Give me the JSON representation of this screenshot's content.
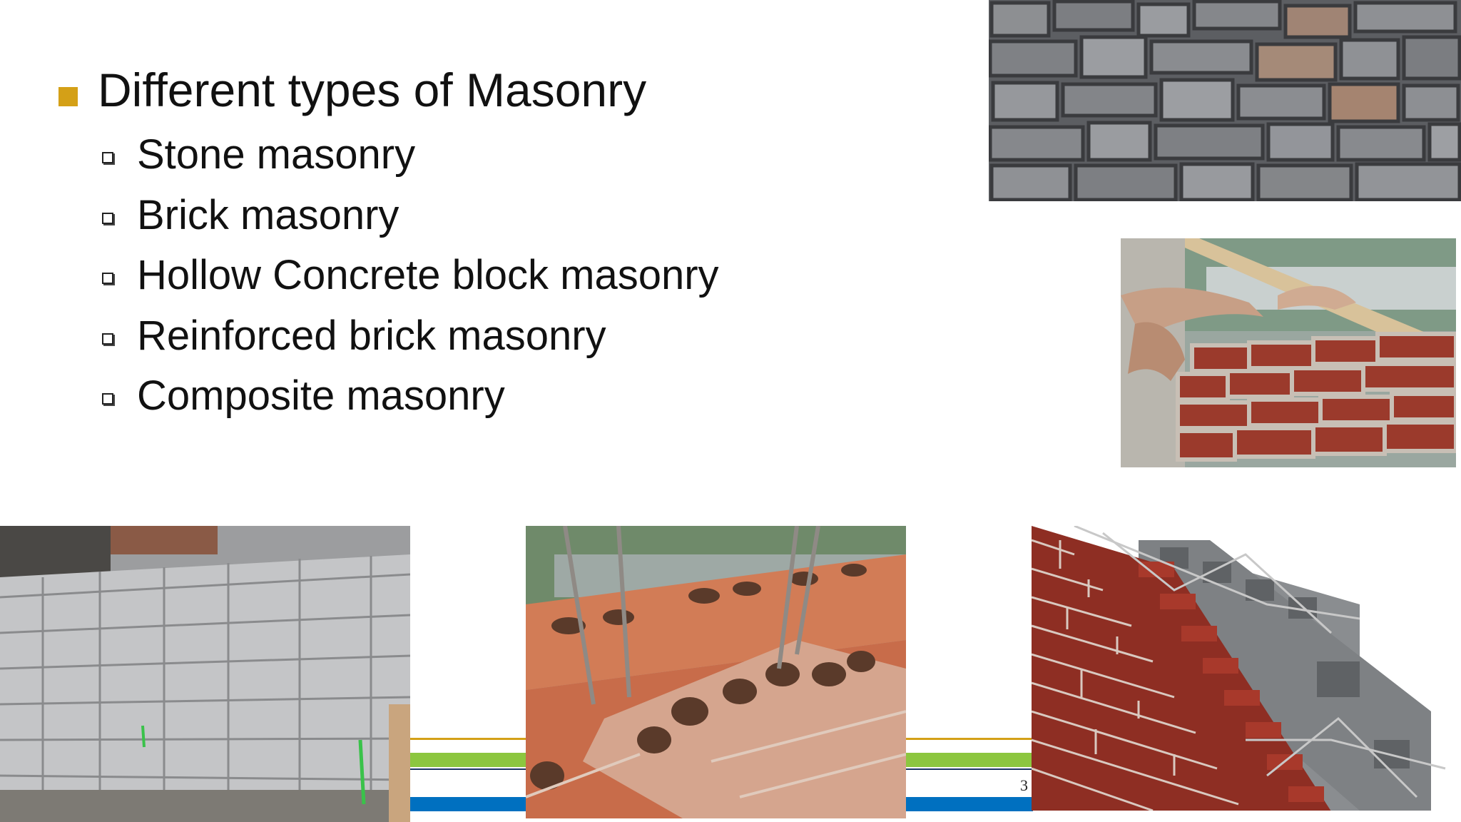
{
  "slide": {
    "main_bullet": "Different types of Masonry",
    "sub_items": [
      "Stone masonry",
      "Brick masonry",
      "Hollow Concrete block masonry",
      "Reinforced brick masonry",
      "Composite masonry"
    ],
    "page_number": "3"
  },
  "colors": {
    "bullet": "#d4a017",
    "line_gold": "#d4a017",
    "line_green": "#8cc63f",
    "line_blue": "#0070c0"
  },
  "images": [
    {
      "name": "stone-masonry-photo"
    },
    {
      "name": "bricklaying-photo"
    },
    {
      "name": "hollow-concrete-block-wall-photo"
    },
    {
      "name": "reinforced-brick-photo"
    },
    {
      "name": "composite-masonry-illustration"
    }
  ]
}
